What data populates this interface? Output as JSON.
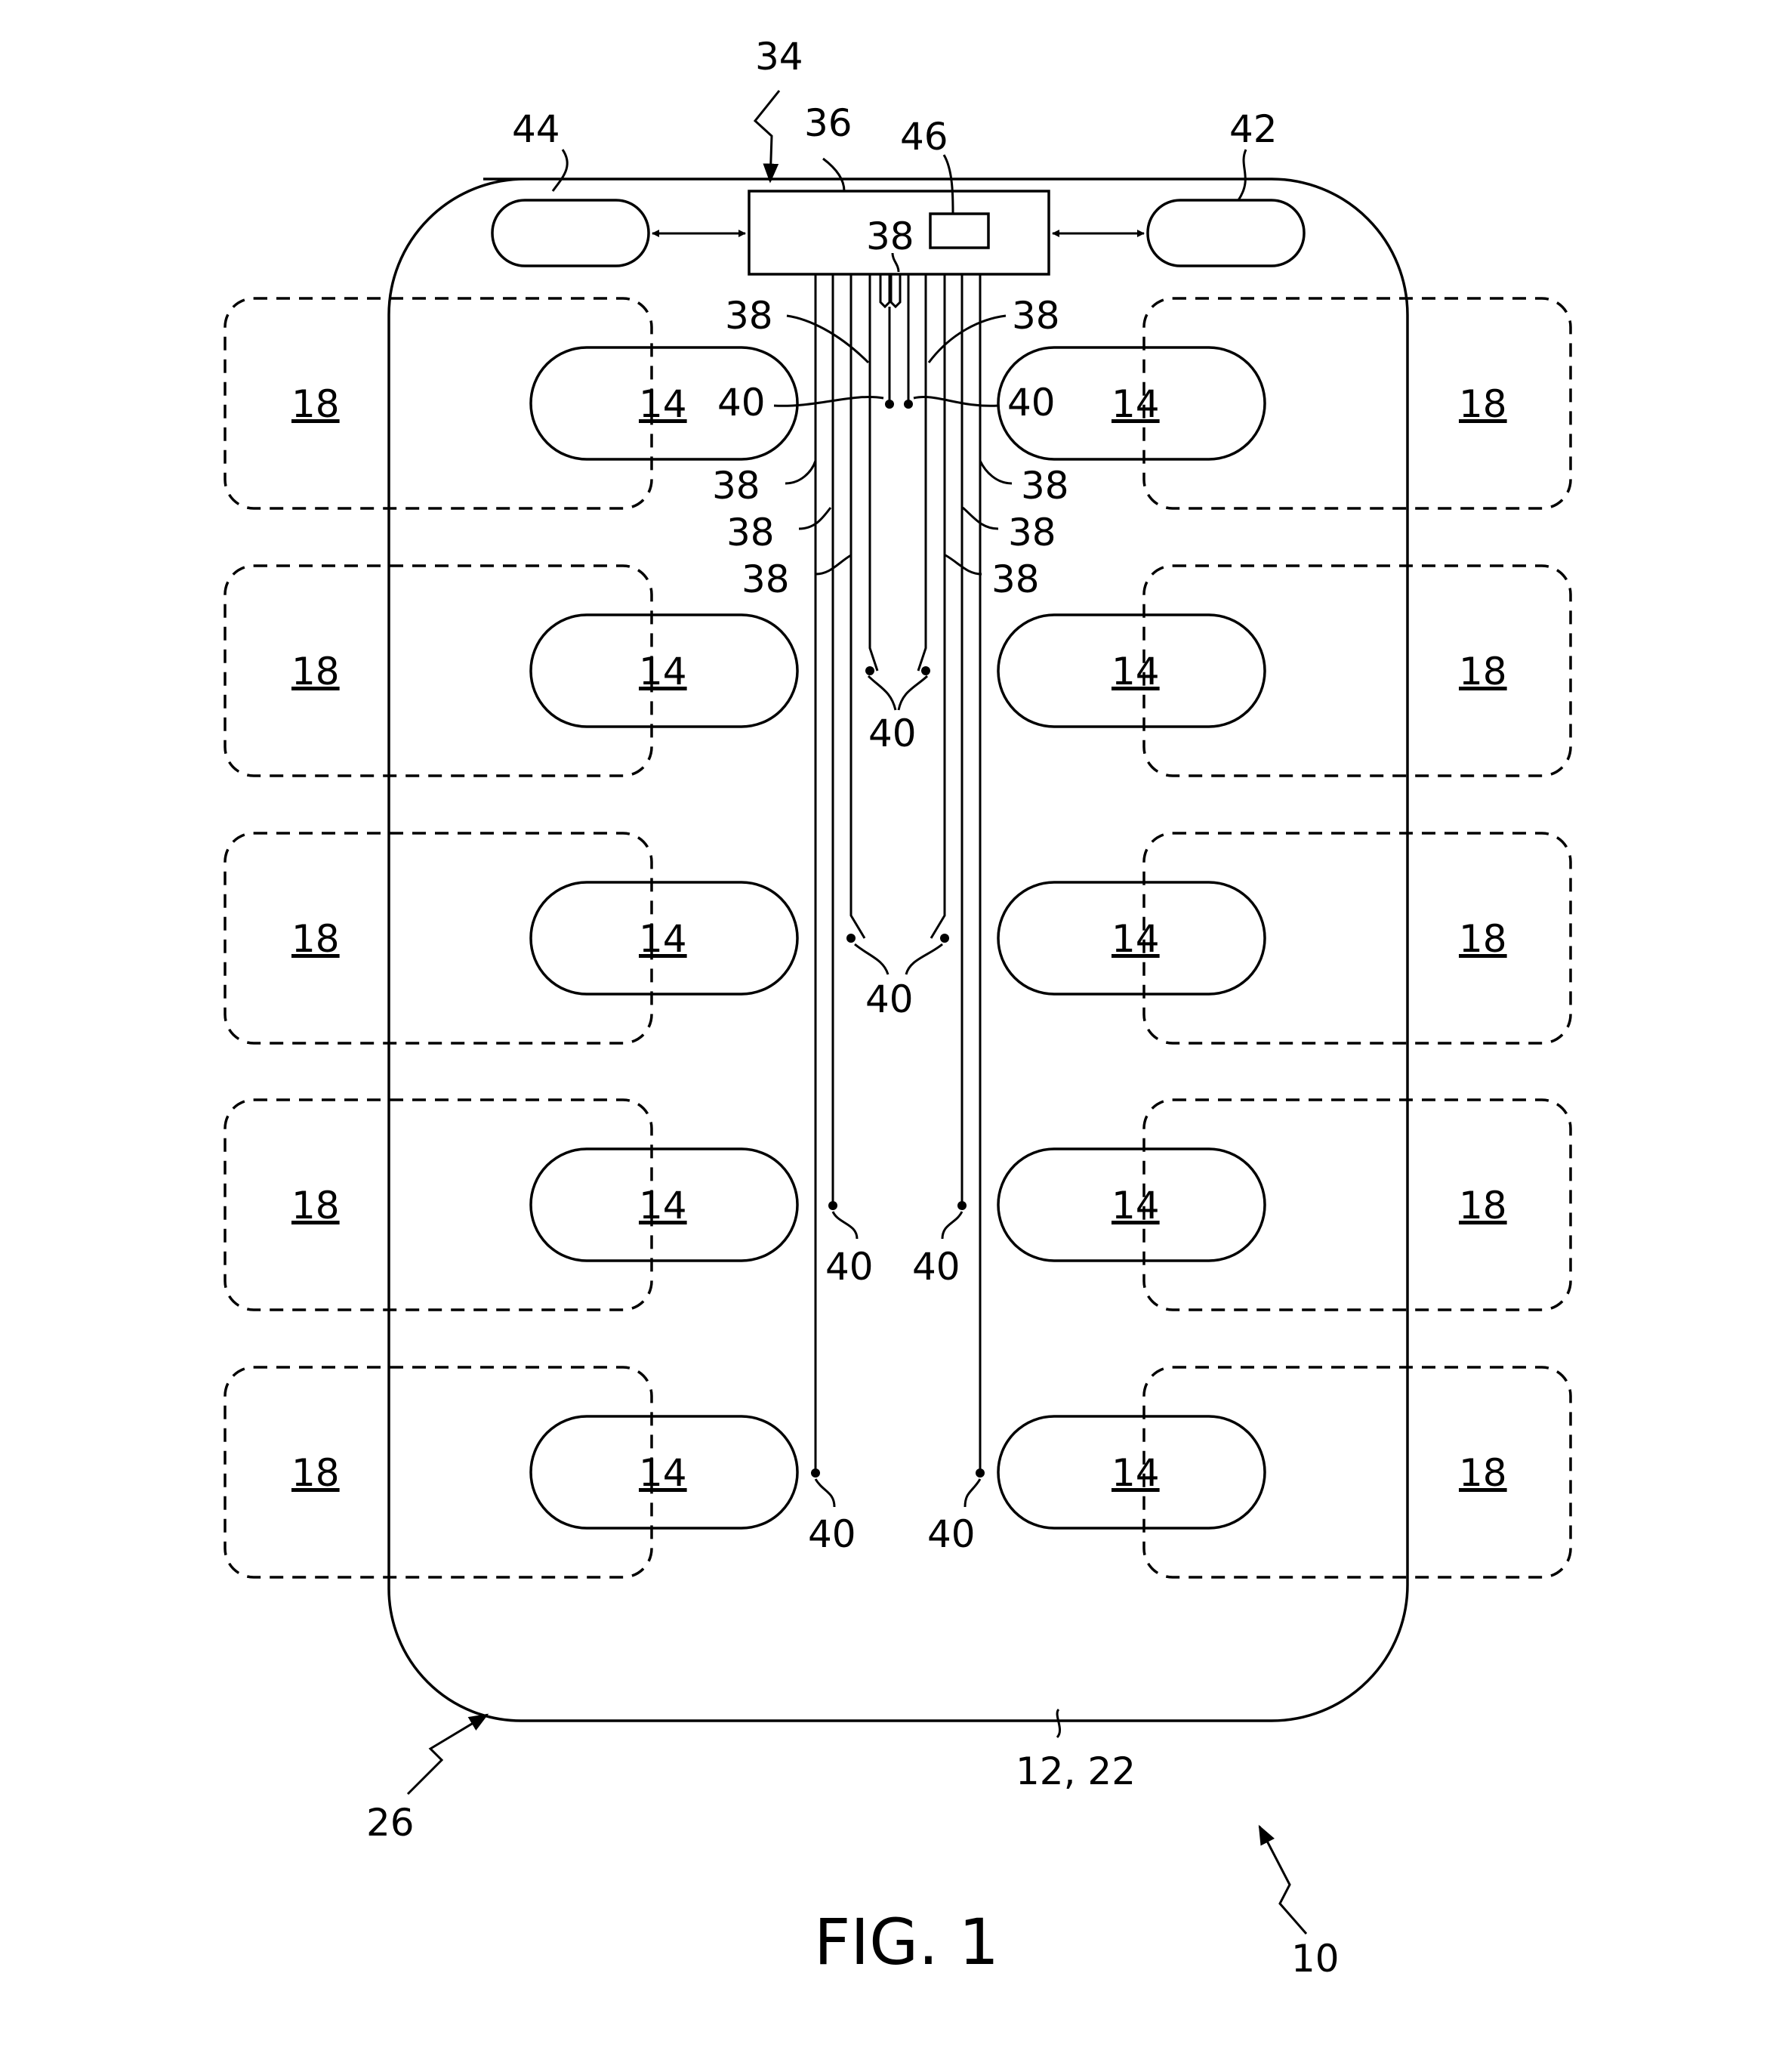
{
  "figure_title": "FIG. 1",
  "labels": {
    "ref_10": "10",
    "ref_12_22": "12, 22",
    "ref_14": "14",
    "ref_18": "18",
    "ref_26": "26",
    "ref_34": "34",
    "ref_36": "36",
    "ref_38": "38",
    "ref_40": "40",
    "ref_42": "42",
    "ref_44": "44",
    "ref_46": "46"
  }
}
